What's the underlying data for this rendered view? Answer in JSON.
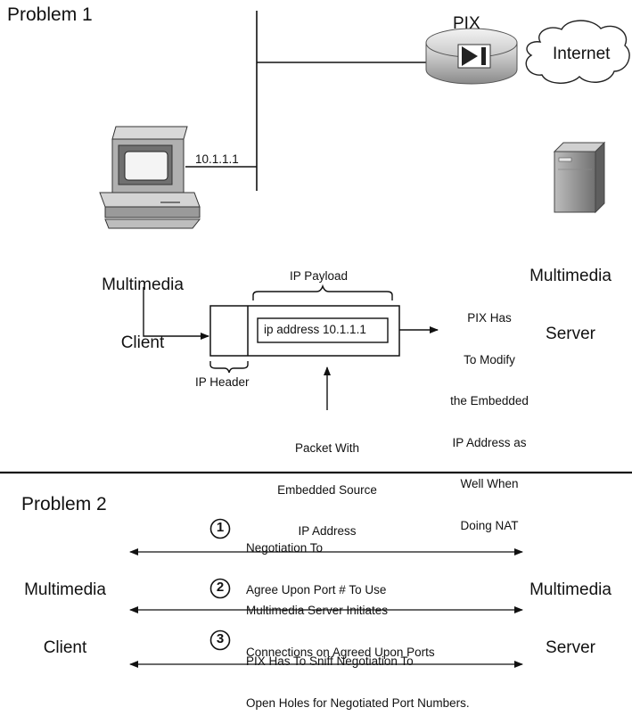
{
  "problem1": {
    "heading": "Problem 1",
    "pix_label": "PIX",
    "internet_label": "Internet",
    "client_ip": "10.1.1.1",
    "client_label_line1": "Multimedia",
    "client_label_line2": "Client",
    "server_label_line1": "Multimedia",
    "server_label_line2": "Server",
    "payload_label": "IP Payload",
    "header_label": "IP Header",
    "embedded_ip": "ip address 10.1.1.1",
    "note_line1": "PIX Has",
    "note_line2": "To Modify",
    "note_line3": "the Embedded",
    "note_line4": "IP Address as",
    "note_line5": "Well When",
    "note_line6": "Doing NAT",
    "packet_line1": "Packet With",
    "packet_line2": "Embedded Source",
    "packet_line3": "IP Address"
  },
  "problem2": {
    "heading": "Problem 2",
    "client_line1": "Multimedia",
    "client_line2": "Client",
    "server_line1": "Multimedia",
    "server_line2": "Server",
    "steps": [
      {
        "number": "1",
        "line1": "Negotiation To",
        "line2": "Agree Upon Port # To Use"
      },
      {
        "number": "2",
        "line1": "Multimedia Server Initiates",
        "line2": "Connections on Agreed Upon Ports"
      },
      {
        "number": "3",
        "line1": "PIX Has To Sniff Negotiation To",
        "line2": "Open Holes for Negotiated Port Numbers."
      }
    ]
  }
}
